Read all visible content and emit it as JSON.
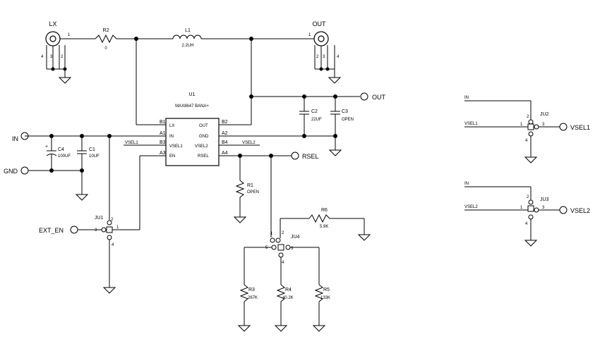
{
  "connectors": {
    "lx": {
      "name": "LX",
      "pins": [
        "1",
        "4",
        "3",
        "2"
      ]
    },
    "out": {
      "name": "OUT",
      "pins": [
        "1",
        "2",
        "3",
        "4"
      ]
    }
  },
  "components": {
    "r2": {
      "ref": "R2",
      "value": "0",
      "pin": "1"
    },
    "l1": {
      "ref": "L1",
      "value": "2.2UH"
    },
    "u1": {
      "ref": "U1",
      "part": "MAX8647 BANA+",
      "pins_left": [
        {
          "num": "B1",
          "name": "LX"
        },
        {
          "num": "A1",
          "name": "IN"
        },
        {
          "num": "B3",
          "name": "VSEL1"
        },
        {
          "num": "A3",
          "name": "EN"
        }
      ],
      "pins_right": [
        {
          "num": "B2",
          "name": "OUT"
        },
        {
          "num": "A2",
          "name": "GND"
        },
        {
          "num": "B4",
          "name": "VSEL2"
        },
        {
          "num": "A4",
          "name": "RSEL"
        }
      ]
    },
    "c2": {
      "ref": "C2",
      "value": "22UF"
    },
    "c3": {
      "ref": "C3",
      "value": "OPEN"
    },
    "c4": {
      "ref": "C4",
      "value": "100UF",
      "polarity": "+"
    },
    "c1": {
      "ref": "C1",
      "value": "10UF"
    },
    "r1": {
      "ref": "R1",
      "value": "OPEN"
    },
    "r6": {
      "ref": "R6",
      "value": "5.9K"
    },
    "r3": {
      "ref": "R3",
      "value": "267K"
    },
    "r4": {
      "ref": "R4",
      "value": "40.2K"
    },
    "r5": {
      "ref": "R5",
      "value": "133K"
    }
  },
  "jumpers": {
    "ju1": {
      "ref": "JU1",
      "pins": [
        "2",
        "3",
        "1",
        "4"
      ]
    },
    "ju4": {
      "ref": "JU4",
      "pins": [
        "1",
        "2",
        "3",
        "4",
        "5"
      ]
    },
    "ju2": {
      "ref": "JU2",
      "pins": [
        "2",
        "1",
        "3",
        "4"
      ]
    },
    "ju3": {
      "ref": "JU3",
      "pins": [
        "2",
        "1",
        "3",
        "4"
      ]
    }
  },
  "nets": {
    "out": "OUT",
    "in": "IN",
    "gnd": "GND",
    "ext_en": "EXT_EN",
    "rsel": "RSEL",
    "vsel1": "VSEL1",
    "vsel2": "VSEL2",
    "in_ju2": "IN",
    "vsel1_ju2": "VSEL1",
    "vsel1_out": "VSEL1",
    "in_ju3": "IN",
    "vsel2_ju3": "VSEL2",
    "vsel2_out": "VSEL2"
  }
}
